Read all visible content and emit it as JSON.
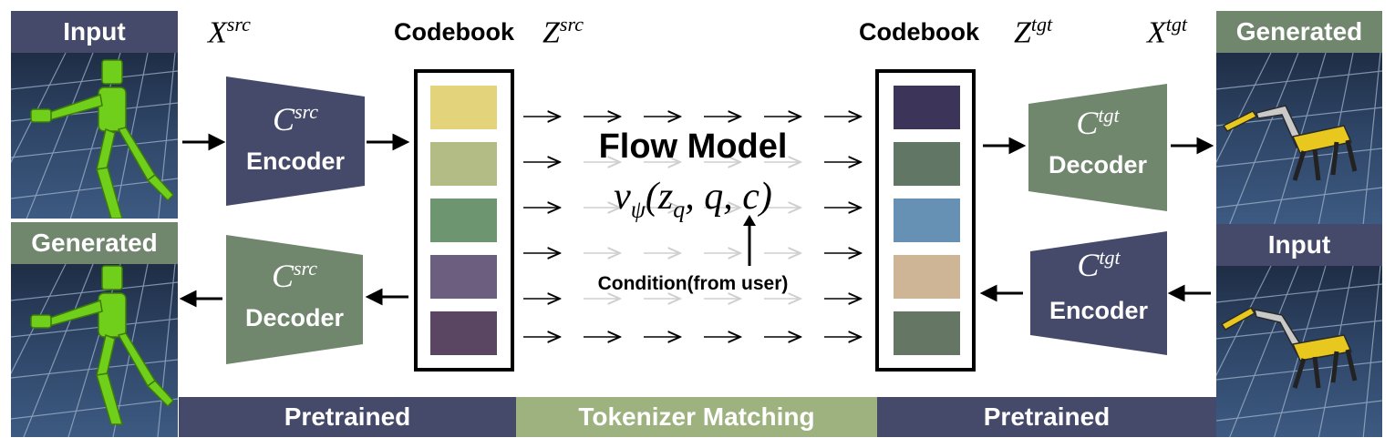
{
  "left": {
    "input_label": "Input",
    "generated_label": "Generated",
    "x_src": {
      "base": "X",
      "sup": "src"
    },
    "encoder": {
      "sym": "C",
      "sup": "src",
      "label": "Encoder"
    },
    "decoder": {
      "sym": "C",
      "sup": "src",
      "label": "Decoder"
    },
    "codebook_title": "Codebook",
    "codebook_sym": {
      "base": "Z",
      "sup": "src"
    },
    "codebook_colors": [
      "#e3d47c",
      "#b4bc85",
      "#6d9670",
      "#6b5e7e",
      "#5a4663"
    ]
  },
  "right": {
    "input_label": "Input",
    "generated_label": "Generated",
    "x_tgt": {
      "base": "X",
      "sup": "tgt"
    },
    "encoder": {
      "sym": "C",
      "sup": "tgt",
      "label": "Encoder"
    },
    "decoder": {
      "sym": "C",
      "sup": "tgt",
      "label": "Decoder"
    },
    "codebook_title": "Codebook",
    "codebook_sym": {
      "base": "Z",
      "sup": "tgt"
    },
    "codebook_colors": [
      "#3d3559",
      "#627665",
      "#6691b5",
      "#cdb596",
      "#657764"
    ]
  },
  "center": {
    "title": "Flow Model",
    "formula": {
      "v": "v",
      "sub": "ψ",
      "args_open": "(z",
      "z_sub": "q",
      "rest": ", q, c)"
    },
    "condition": "Condition(from user)"
  },
  "bottom": {
    "left": "Pretrained",
    "middle": "Tokenizer Matching",
    "right": "Pretrained"
  },
  "colors": {
    "navy": "#454a6b",
    "sage": "#70876e",
    "matching": "#9db27f",
    "scene_bg": "#2e4566",
    "humanoid": "#6fcf1a",
    "robot": "#e8c71e"
  }
}
